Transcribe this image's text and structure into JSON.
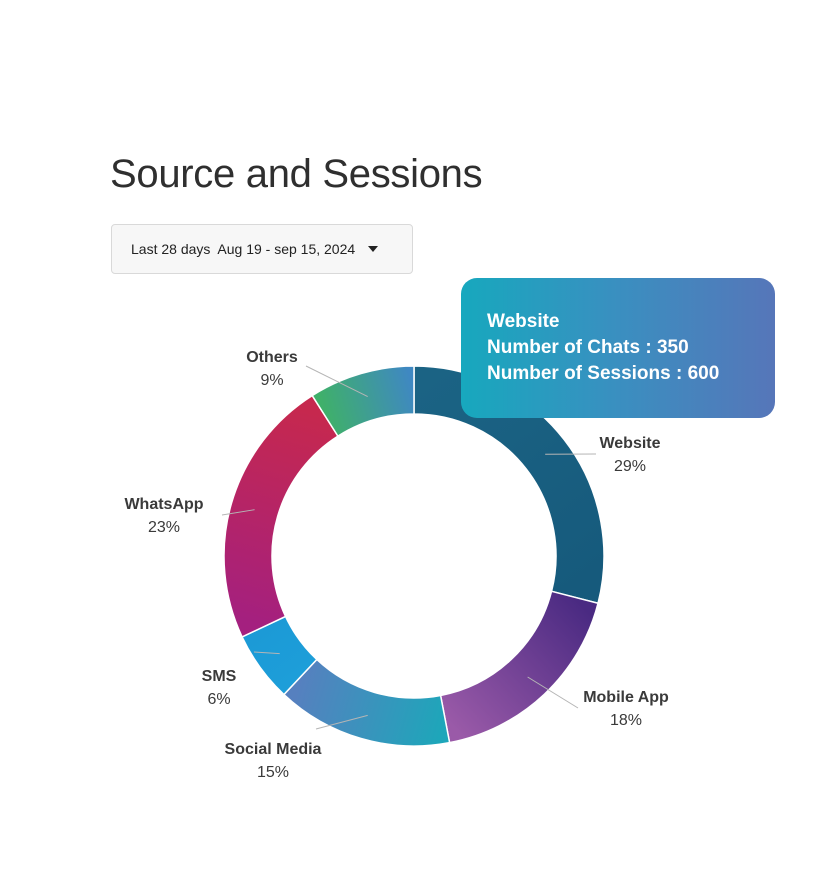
{
  "page": {
    "title": "Source and Sessions"
  },
  "date_filter": {
    "range_label": "Last 28 days",
    "date_range": "Aug 19 - sep 15, 2024",
    "icon": "caret-down-icon"
  },
  "tooltip": {
    "title": "Website",
    "chats_label": "Number of Chats : 350",
    "sessions_label": "Number of Sessions : 600"
  },
  "chart_data": {
    "type": "pie",
    "title": "Source and Sessions",
    "donut": true,
    "categories": [
      "Website",
      "Mobile App",
      "Social Media",
      "SMS",
      "WhatsApp",
      "Others"
    ],
    "values": [
      29,
      18,
      15,
      6,
      23,
      9
    ],
    "value_labels": [
      "29%",
      "18%",
      "15%",
      "6%",
      "23%",
      "9%"
    ],
    "colors": [
      [
        "#1b6384",
        "#165a7c"
      ],
      [
        "#4a2a82",
        "#9a5aa8"
      ],
      [
        "#1ea6ba",
        "#5680bf"
      ],
      [
        "#1d9ed9",
        "#1c9ad6"
      ],
      [
        "#a4207f",
        "#c6284e"
      ],
      [
        "#3fb06a",
        "#3f88c2"
      ]
    ],
    "legend": "none",
    "grid": false
  }
}
